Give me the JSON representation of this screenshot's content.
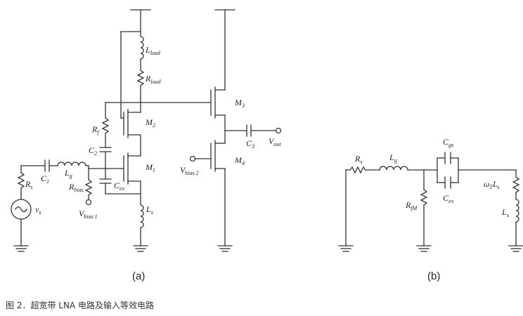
{
  "caption": "图 2．超宽带 LNA 电路及输入等效电路",
  "panels": [
    {
      "label": "(a)"
    },
    {
      "label": "(b)"
    }
  ],
  "circuit_a": {
    "components": {
      "L_load": {
        "main": "L",
        "sub": "load"
      },
      "R_load": {
        "main": "R",
        "sub": "load"
      },
      "M3": {
        "main": "M",
        "sub": "3"
      },
      "Rf": {
        "main": "R",
        "sub": "f"
      },
      "M2": {
        "main": "M",
        "sub": "2"
      },
      "C2": {
        "main": "C",
        "sub": "2"
      },
      "C3": {
        "main": "C",
        "sub": "3"
      },
      "Vout": {
        "main": "V",
        "sub": "out"
      },
      "M1": {
        "main": "M",
        "sub": "1"
      },
      "M4": {
        "main": "M",
        "sub": "4"
      },
      "Vbias2": {
        "main": "V",
        "sub": "bias 2"
      },
      "Rs": {
        "main": "R",
        "sub": "s"
      },
      "C1": {
        "main": "C",
        "sub": "1"
      },
      "Lg": {
        "main": "L",
        "sub": "g"
      },
      "Rbias": {
        "main": "R",
        "sub": "bias"
      },
      "Cex": {
        "main": "C",
        "sub": "ex"
      },
      "vs": {
        "main": "v",
        "sub": "s"
      },
      "Vbias1": {
        "main": "V",
        "sub": "bias 1"
      },
      "Ls": {
        "main": "L",
        "sub": "s"
      }
    }
  },
  "circuit_b": {
    "components": {
      "Cgs": {
        "main": "C",
        "sub": "gs"
      },
      "Rs": {
        "main": "R",
        "sub": "s"
      },
      "Lg": {
        "main": "L",
        "sub": "g"
      },
      "wTLs": {
        "main": "ω",
        "sub": "T",
        "tail": "L",
        "tail_sub": "s"
      },
      "RfM": {
        "main": "R",
        "sub": "fM"
      },
      "Cex": {
        "main": "C",
        "sub": "ex"
      },
      "Ls": {
        "main": "L",
        "sub": "s"
      }
    }
  }
}
